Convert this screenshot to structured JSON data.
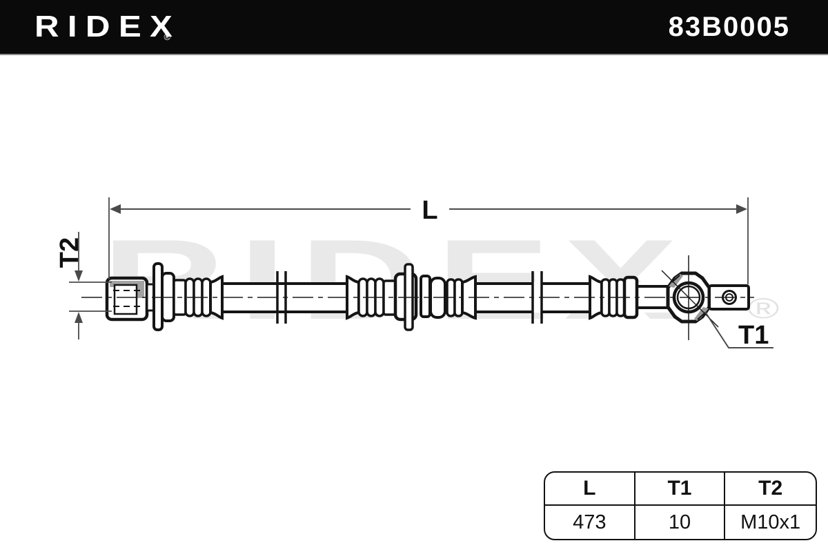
{
  "header": {
    "brand": "RIDEX",
    "registered": "®",
    "part_number": "83B0005",
    "bg_color": "#0a0a0a",
    "text_color": "#ffffff"
  },
  "watermark": {
    "text": "RIDEX",
    "registered": "®",
    "color": "#e9e9e9"
  },
  "diagram": {
    "type": "brake-hose technical drawing, side view",
    "labels": {
      "length": "L",
      "thread_t1": "T1",
      "thread_t2": "T2"
    },
    "line_color": "#151515",
    "dimension_color": "#4a4a4a",
    "shade_color": "#a2a2a2"
  },
  "spec_table": {
    "columns": [
      {
        "label": "L",
        "value": "473"
      },
      {
        "label": "T1",
        "value": "10"
      },
      {
        "label": "T2",
        "value": "M10x1"
      }
    ]
  }
}
